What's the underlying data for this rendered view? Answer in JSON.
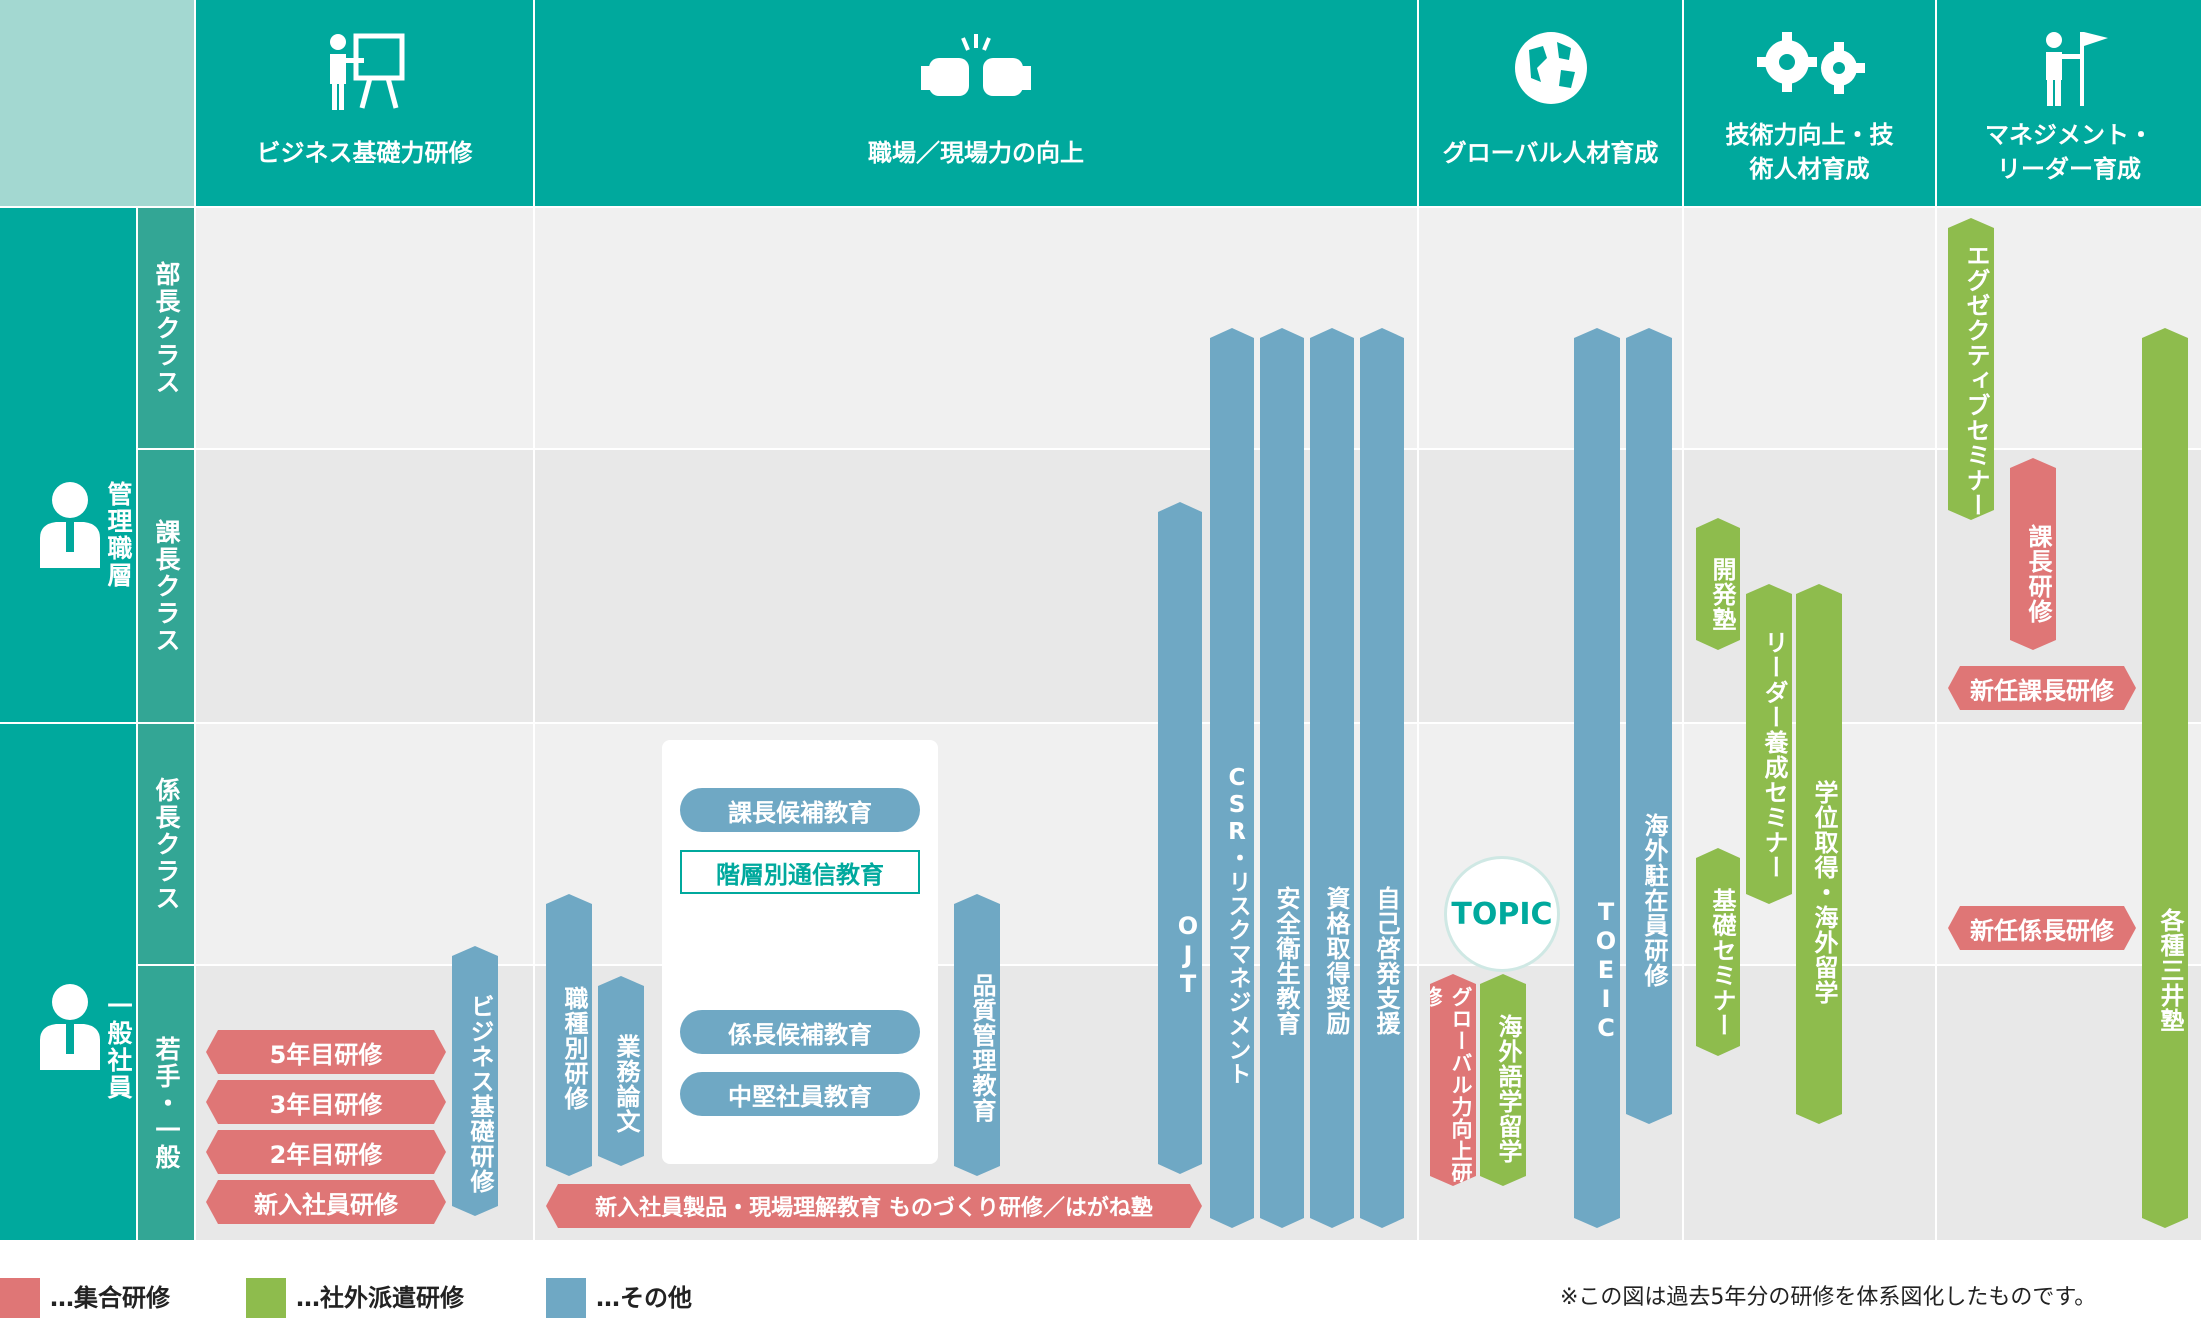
{
  "headers": {
    "business": "ビジネス基礎力研修",
    "workplace": "職場／現場力の向上",
    "global": "グローバル人材育成",
    "tech": "技術力向上・技術人材育成",
    "management": "マネジメント・リーダー育成"
  },
  "groups": {
    "manager": "管理職層",
    "general": "一般社員"
  },
  "ranks": {
    "bucho": "部長クラス",
    "kacho": "課長クラス",
    "kakaricho": "係長クラス",
    "wakate": "若手・一般"
  },
  "programs": {
    "year5": "5年目研修",
    "year3": "3年目研修",
    "year2": "2年目研修",
    "newcomer": "新入社員研修",
    "business_basic": "ビジネス基礎研修",
    "job_type": "職種別研修",
    "thesis": "業務論文",
    "kacho_candidate": "課長候補教育",
    "correspondence": "階層別通信教育",
    "kakaricho_candidate": "係長候補教育",
    "mid_level": "中堅社員教育",
    "quality": "品質管理教育",
    "newcomer_product": "新入社員製品・現場理解教育 ものづくり研修／はがね塾",
    "ojt": "OJT",
    "csr": "CSR・リスクマネジメント",
    "safety": "安全衛生教育",
    "qualification": "資格取得奨励",
    "self_dev": "自己啓発支援",
    "global_training": "グローバル力向上研修",
    "study_abroad": "海外語学留学",
    "toeic": "TOEIC",
    "overseas": "海外駐在員研修",
    "topic": "TOPIC",
    "kaihatsu": "開発塾",
    "basic_seminar": "基礎セミナー",
    "leader_seminar": "リーダー養成セミナー",
    "degree": "学位取得・海外留学",
    "executive": "エグゼクティブセミナー",
    "kacho_training": "課長研修",
    "new_kacho": "新任課長研修",
    "new_kakaricho": "新任係長研修",
    "mitsui": "各種三井塾"
  },
  "legend": {
    "red": "…集合研修",
    "green": "…社外派遣研修",
    "blue": "…その他",
    "note": "※この図は過去5年分の研修を体系図化したものです。"
  },
  "colors": {
    "teal": "#00a99d",
    "blue": "#6fa8c4",
    "green": "#8ebc4d",
    "red": "#df7676"
  }
}
